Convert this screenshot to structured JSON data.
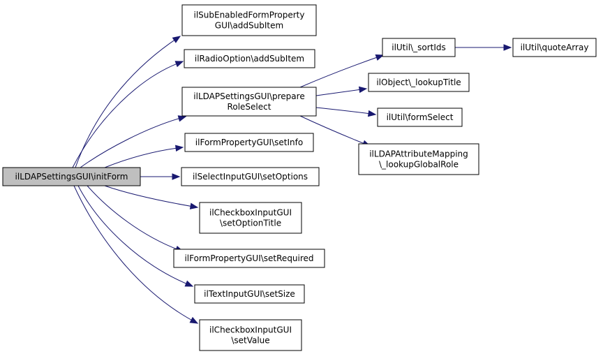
{
  "diagram": {
    "nodes": [
      {
        "id": "root",
        "lines": [
          "ilLDAPSettingsGUI\\initForm"
        ],
        "root": true
      },
      {
        "id": "n1",
        "lines": [
          "ilSubEnabledFormProperty",
          "GUI\\addSubItem"
        ]
      },
      {
        "id": "n2",
        "lines": [
          "ilRadioOption\\addSubItem"
        ]
      },
      {
        "id": "n3",
        "lines": [
          "ilLDAPSettingsGUI\\prepare",
          "RoleSelect"
        ]
      },
      {
        "id": "n4",
        "lines": [
          "ilFormPropertyGUI\\setInfo"
        ]
      },
      {
        "id": "n5",
        "lines": [
          "ilSelectInputGUI\\setOptions"
        ]
      },
      {
        "id": "n6",
        "lines": [
          "ilCheckboxInputGUI",
          "\\setOptionTitle"
        ]
      },
      {
        "id": "n7",
        "lines": [
          "ilFormPropertyGUI\\setRequired"
        ]
      },
      {
        "id": "n8",
        "lines": [
          "ilTextInputGUI\\setSize"
        ]
      },
      {
        "id": "n9",
        "lines": [
          "ilCheckboxInputGUI",
          "\\setValue"
        ]
      },
      {
        "id": "n10",
        "lines": [
          "ilUtil\\_sortIds"
        ]
      },
      {
        "id": "n11",
        "lines": [
          "ilObject\\_lookupTitle"
        ]
      },
      {
        "id": "n12",
        "lines": [
          "ilUtil\\formSelect"
        ]
      },
      {
        "id": "n13",
        "lines": [
          "ilLDAPAttributeMapping",
          "\\_lookupGlobalRole"
        ]
      },
      {
        "id": "n14",
        "lines": [
          "ilUtil\\quoteArray"
        ]
      }
    ],
    "edges": [
      {
        "from": "root",
        "to": "n1"
      },
      {
        "from": "root",
        "to": "n2"
      },
      {
        "from": "root",
        "to": "n3"
      },
      {
        "from": "root",
        "to": "n4"
      },
      {
        "from": "root",
        "to": "n5"
      },
      {
        "from": "root",
        "to": "n6"
      },
      {
        "from": "root",
        "to": "n7"
      },
      {
        "from": "root",
        "to": "n8"
      },
      {
        "from": "root",
        "to": "n9"
      },
      {
        "from": "n3",
        "to": "n10"
      },
      {
        "from": "n3",
        "to": "n11"
      },
      {
        "from": "n3",
        "to": "n12"
      },
      {
        "from": "n3",
        "to": "n13"
      },
      {
        "from": "n10",
        "to": "n14"
      }
    ],
    "colors": {
      "edge": "#191970",
      "root_fill": "#bfbfbf",
      "node_fill": "#ffffff",
      "border": "#000000"
    }
  }
}
